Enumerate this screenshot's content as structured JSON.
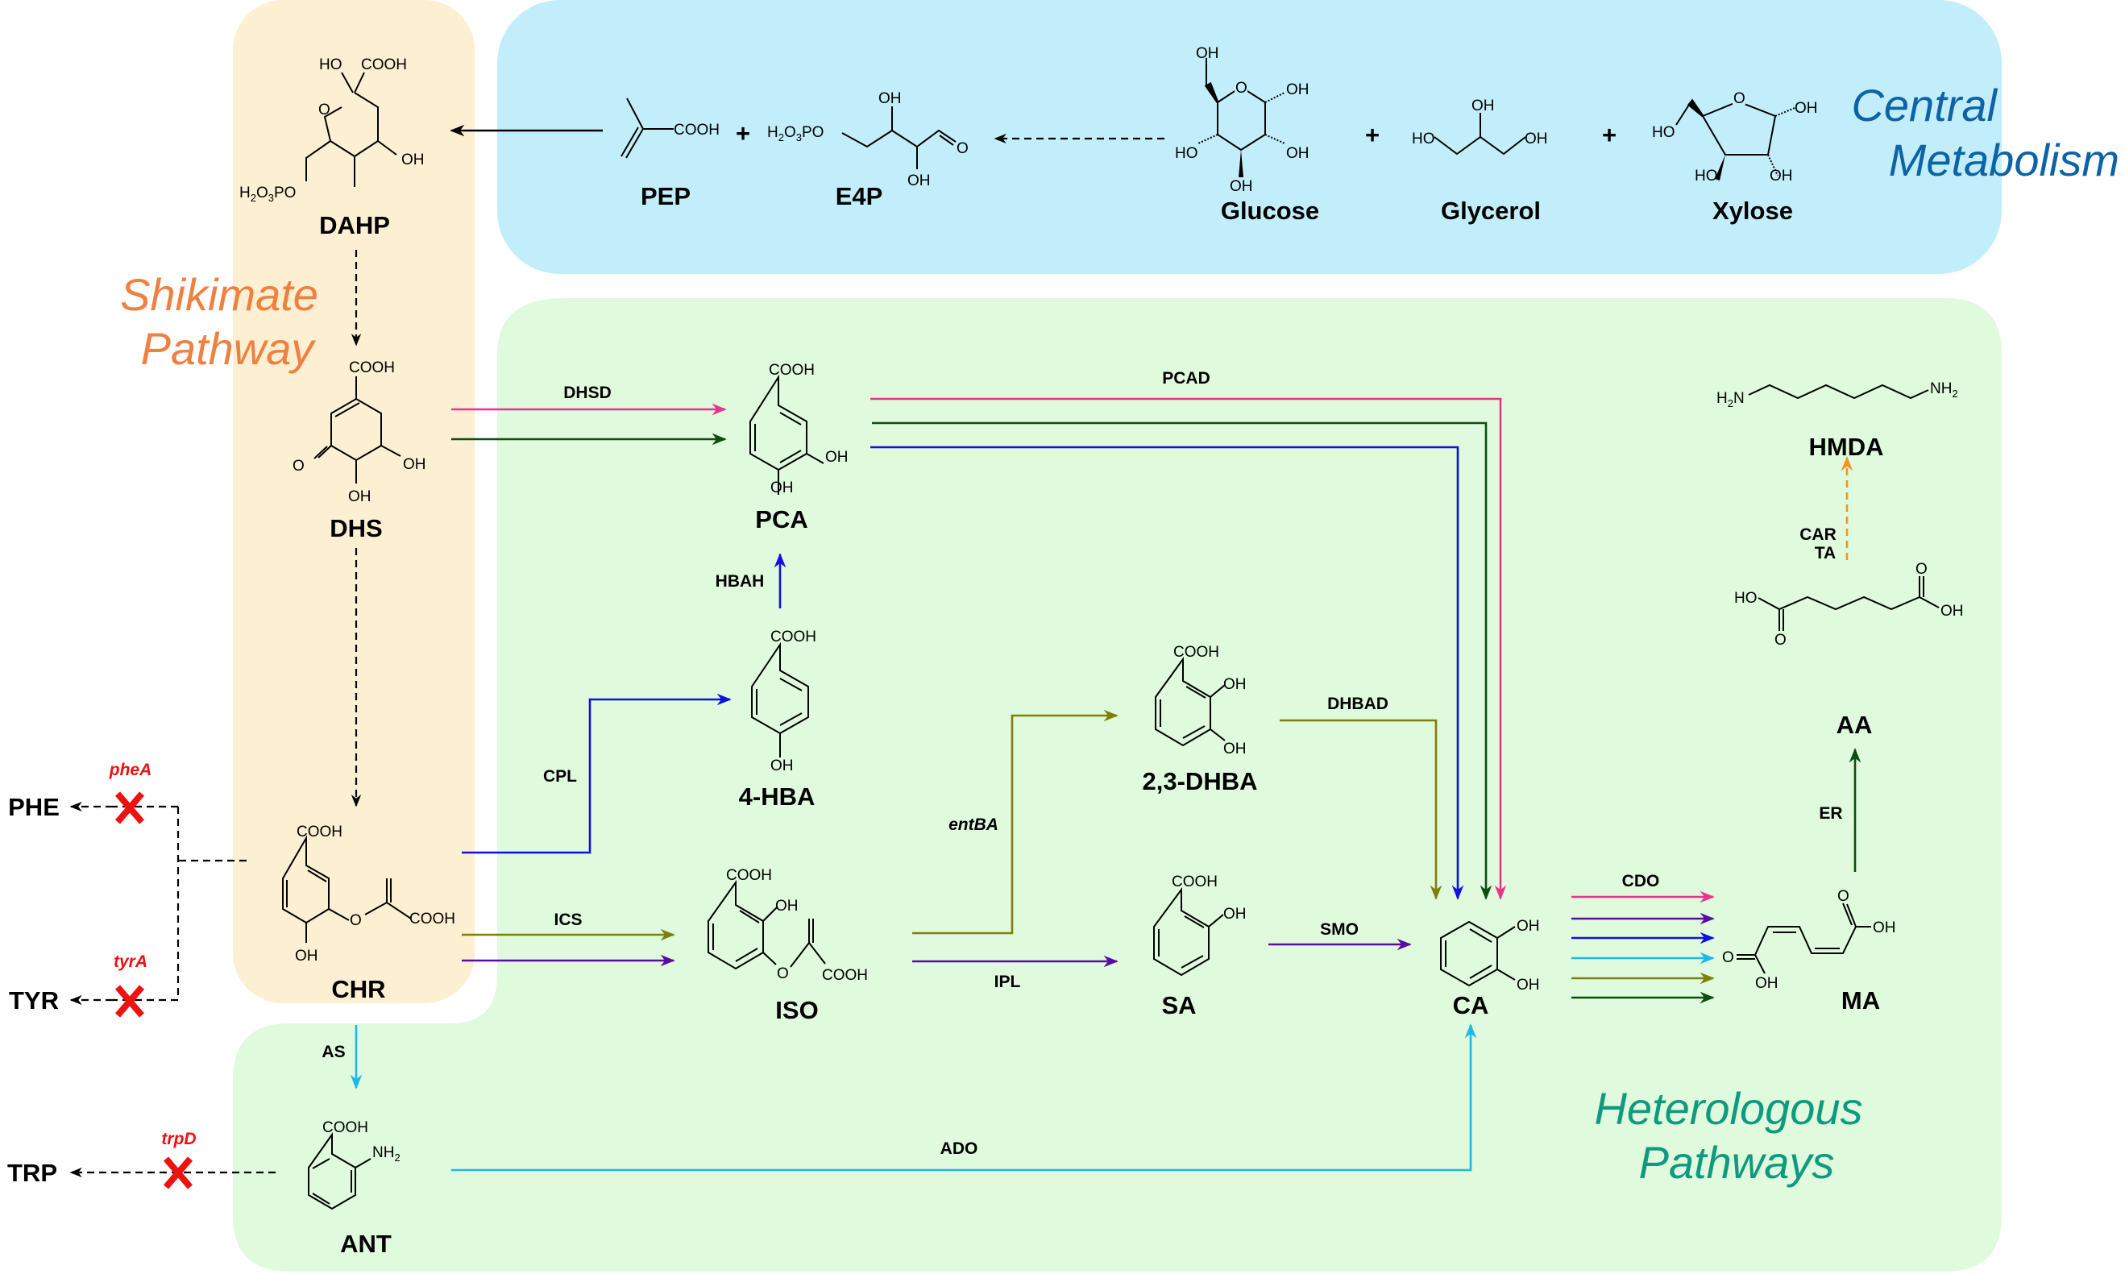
{
  "panels": {
    "shikimate": {
      "label_line1": "Shikimate",
      "label_line2": "Pathway",
      "fill": "#fdefd2",
      "text_color": "#f08040"
    },
    "central": {
      "label_line1": "Central",
      "label_line2": "Metabolism",
      "fill": "#c2eefc",
      "text_color": "#0d63a5"
    },
    "heterologous": {
      "label_line1": "Heterologous",
      "label_line2": "Pathways",
      "fill": "#dffadc",
      "text_color": "#0f9a80"
    }
  },
  "compounds": {
    "DAHP": "DAHP",
    "PEP": "PEP",
    "E4P": "E4P",
    "Glucose": "Glucose",
    "Glycerol": "Glycerol",
    "Xylose": "Xylose",
    "DHS": "DHS",
    "CHR": "CHR",
    "ANT": "ANT",
    "PCA": "PCA",
    "HBA4": "4-HBA",
    "ISO": "ISO",
    "DHBA23": "2,3-DHBA",
    "SA": "SA",
    "CA": "CA",
    "MA": "MA",
    "AA": "AA",
    "HMDA": "HMDA",
    "PHE": "PHE",
    "TYR": "TYR",
    "TRP": "TRP"
  },
  "plus_signs": [
    "+",
    "+",
    "+"
  ],
  "enzymes": {
    "DHSD": "DHSD",
    "PCAD": "PCAD",
    "HBAH": "HBAH",
    "CPL": "CPL",
    "entBA": "entBA",
    "DHBAD": "DHBAD",
    "ICS": "ICS",
    "IPL": "IPL",
    "SMO": "SMO",
    "CDO": "CDO",
    "ER": "ER",
    "CAR": "CAR",
    "TA": "TA",
    "AS": "AS",
    "ADO": "ADO"
  },
  "knockouts": [
    {
      "gene": "pheA",
      "target": "PHE"
    },
    {
      "gene": "tyrA",
      "target": "TYR"
    },
    {
      "gene": "trpD",
      "target": "TRP"
    }
  ],
  "pathway_colors": {
    "pink": "#e8358c",
    "dark_green": "#0b4f10",
    "blue": "#1010e0",
    "purple": "#5a0ea0",
    "cyan": "#1ab8ec",
    "olive": "#7f7f0a",
    "orange": "#f7931e",
    "knockout_red": "#ee1111"
  },
  "atoms": {
    "HO": "HO",
    "OH": "OH",
    "COOH": "COOH",
    "O": "O",
    "H2O3PO_main": "H",
    "H2O3PO_sub2": "2",
    "H2O3PO_mid": "O",
    "H2O3PO_sub3": "3",
    "H2O3PO_end": "PO",
    "NH2_main": "NH",
    "NH2_sub": "2",
    "H2N_main": "H",
    "H2N_sub": "2",
    "H2N_end": "N"
  }
}
